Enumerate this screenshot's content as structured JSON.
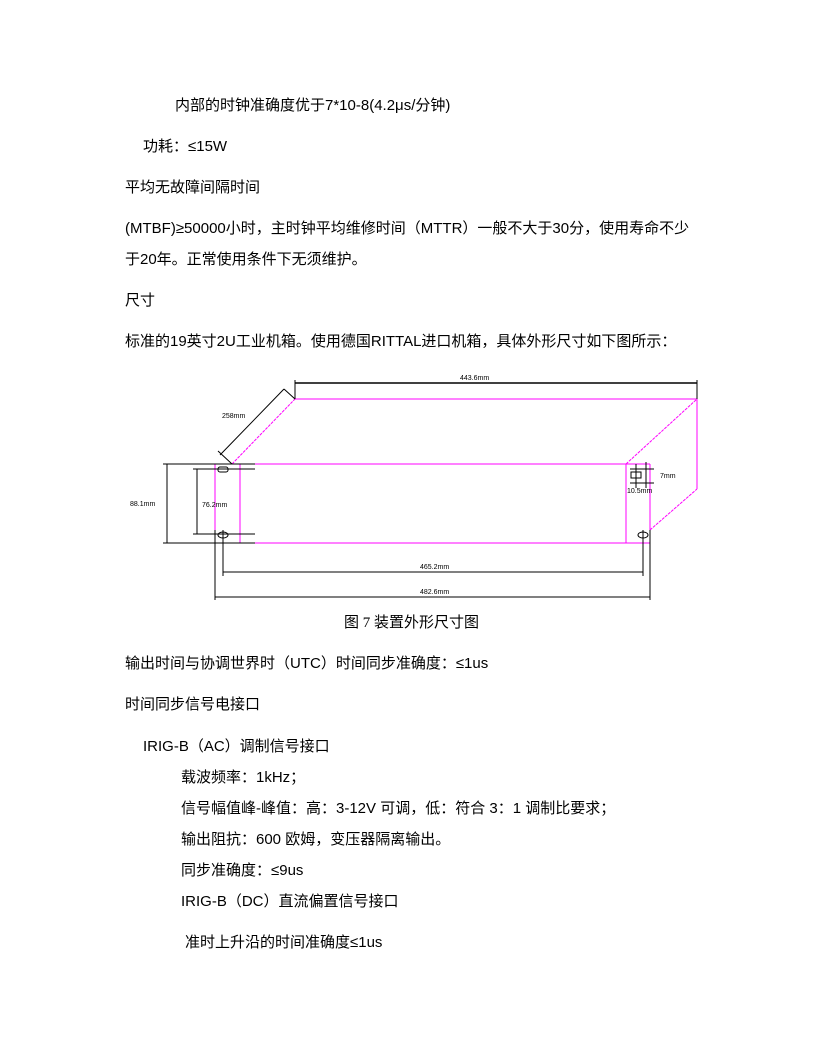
{
  "document": {
    "lines": [
      {
        "id": "clock_accuracy",
        "text": "内部的时钟准确度优于7*10-8(4.2μs/分钟)"
      },
      {
        "id": "power",
        "text": "功耗：≤15W"
      },
      {
        "id": "mtbf_heading",
        "text": "平均无故障间隔时间"
      },
      {
        "id": "mtbf_line1",
        "text": "(MTBF)≥50000小时，主时钟平均维修时间（MTTR）一般不大于30分，使用寿命不少"
      },
      {
        "id": "mtbf_line2",
        "text": "于20年。正常使用条件下无须维护。"
      },
      {
        "id": "size_heading",
        "text": "尺寸"
      },
      {
        "id": "size_desc",
        "text": "标准的19英寸2U工业机箱。使用德国RITTAL进口机箱，具体外形尺寸如下图所示："
      },
      {
        "id": "utc_accuracy",
        "text": "输出时间与协调世界时（UTC）时间同步准确度：≤1us"
      },
      {
        "id": "interface_heading",
        "text": "时间同步信号电接口"
      },
      {
        "id": "irigb_ac",
        "text": "IRIG-B（AC）调制信号接口"
      },
      {
        "id": "carrier_freq",
        "text": "载波频率：1kHz；"
      },
      {
        "id": "amplitude",
        "text": "信号幅值峰-峰值：高：3-12V 可调，低：符合 3：1 调制比要求；"
      },
      {
        "id": "impedance",
        "text": "输出阻抗：600 欧姆，变压器隔离输出。"
      },
      {
        "id": "sync_accuracy",
        "text": "同步准确度：≤9us"
      },
      {
        "id": "irigb_dc",
        "text": "IRIG-B（DC）直流偏置信号接口"
      },
      {
        "id": "rising_edge",
        "text": "准时上升沿的时间准确度≤1us"
      }
    ]
  },
  "figure": {
    "caption": "图 7  装置外形尺寸图",
    "dimensions": {
      "depth": "258mm",
      "body_width": "443.6mm",
      "height": "88.1mm",
      "hole_spacing_vertical": "76.2mm",
      "hole_spacing_horizontal": "465.2mm",
      "overall_width": "482.6mm",
      "slot_height": "7mm",
      "slot_offset": "10.5mm"
    },
    "colors": {
      "outline": "#ff00ff",
      "dimension": "#000000"
    }
  }
}
